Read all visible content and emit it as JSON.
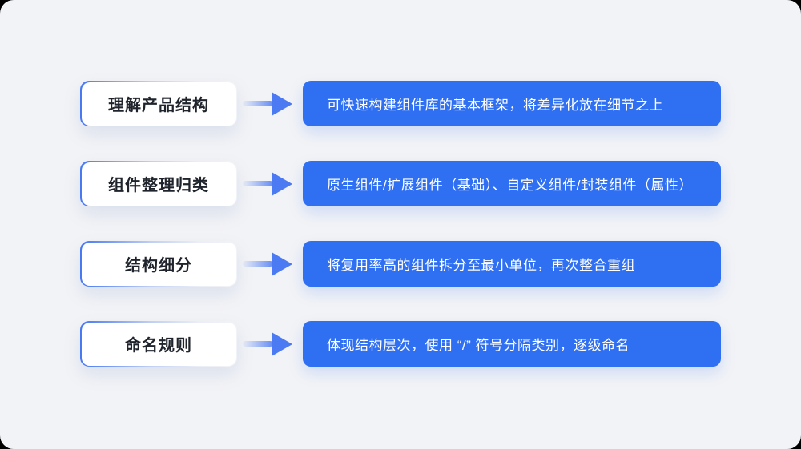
{
  "page": {
    "canvas_background": "#f2f3f6",
    "outside_corner_color": "#000000"
  },
  "colors": {
    "accent_blue": "#2f6ff2",
    "arrow_blue": "#4b7af3",
    "label_border_blue": "#4678f1",
    "label_text": "#1f232b",
    "desc_text": "#ffffff"
  },
  "rows": [
    {
      "label": "理解产品结构",
      "description": "可快速构建组件库的基本框架，将差异化放在细节之上"
    },
    {
      "label": "组件整理归类",
      "description": "原生组件/扩展组件（基础）、自定义组件/封装组件（属性）"
    },
    {
      "label": "结构细分",
      "description": "将复用率高的组件拆分至最小单位，再次整合重组"
    },
    {
      "label": "命名规则",
      "description": "体现结构层次，使用 “/” 符号分隔类别，逐级命名"
    }
  ]
}
